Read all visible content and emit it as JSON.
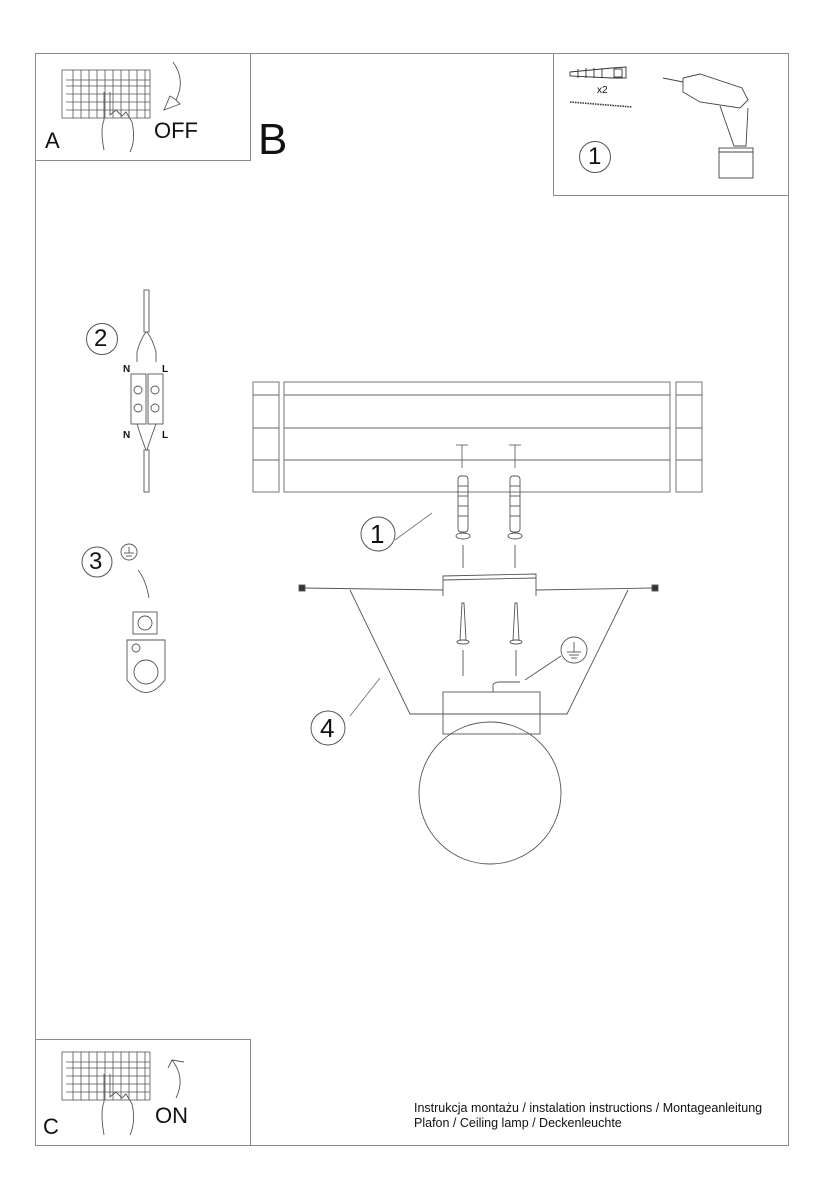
{
  "steps": {
    "A": {
      "letter": "A",
      "state": "OFF"
    },
    "B": {
      "letter": "B"
    },
    "C": {
      "letter": "C",
      "state": "ON"
    }
  },
  "parts": {
    "kit_quantity": "x2",
    "callouts": [
      "1",
      "2",
      "3",
      "4"
    ]
  },
  "wiring": {
    "top_left": "N",
    "top_right": "L",
    "bottom_left": "N",
    "bottom_right": "L"
  },
  "icons": [
    "circuit-breaker-icon",
    "hand-icon",
    "arrow-down-icon",
    "arrow-up-icon",
    "wall-plug-icon",
    "screw-icon",
    "drill-icon",
    "ground-symbol-icon",
    "terminal-block-icon",
    "ground-terminal-icon"
  ],
  "footer": {
    "line1": "Instrukcja montażu / instalation instructions / Montageanleitung",
    "line2": "Plafon / Ceiling lamp / Deckenleuchte"
  },
  "colors": {
    "line": "#555555",
    "frame": "#8a8a8a",
    "text": "#111111"
  }
}
